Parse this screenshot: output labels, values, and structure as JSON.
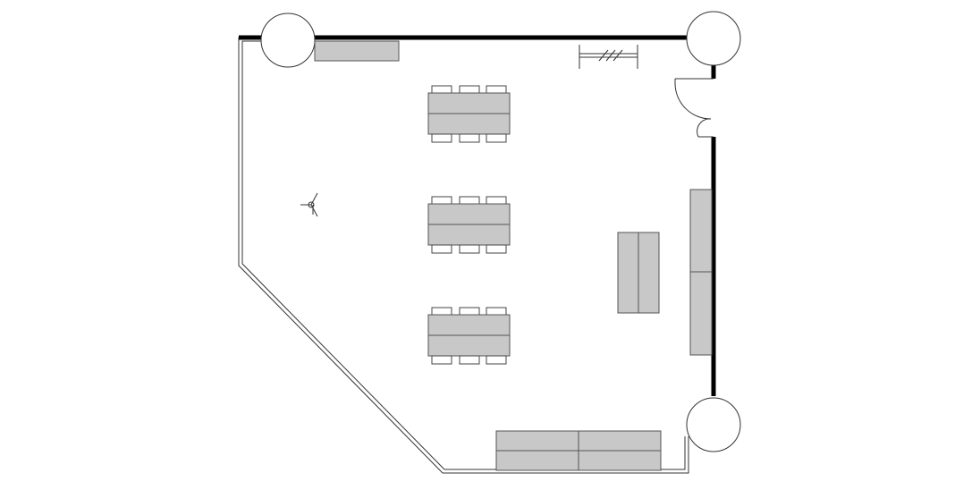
{
  "plan": {
    "colors": {
      "furniture": "#c8c8c8",
      "outline": "#555555",
      "wall": "#000000",
      "background": "#ffffff"
    },
    "rooms": [
      {
        "tables": 3,
        "chairs_per_table": 6,
        "cabinets": 4,
        "columns": 3,
        "doors": 1,
        "windows": 1
      }
    ]
  }
}
